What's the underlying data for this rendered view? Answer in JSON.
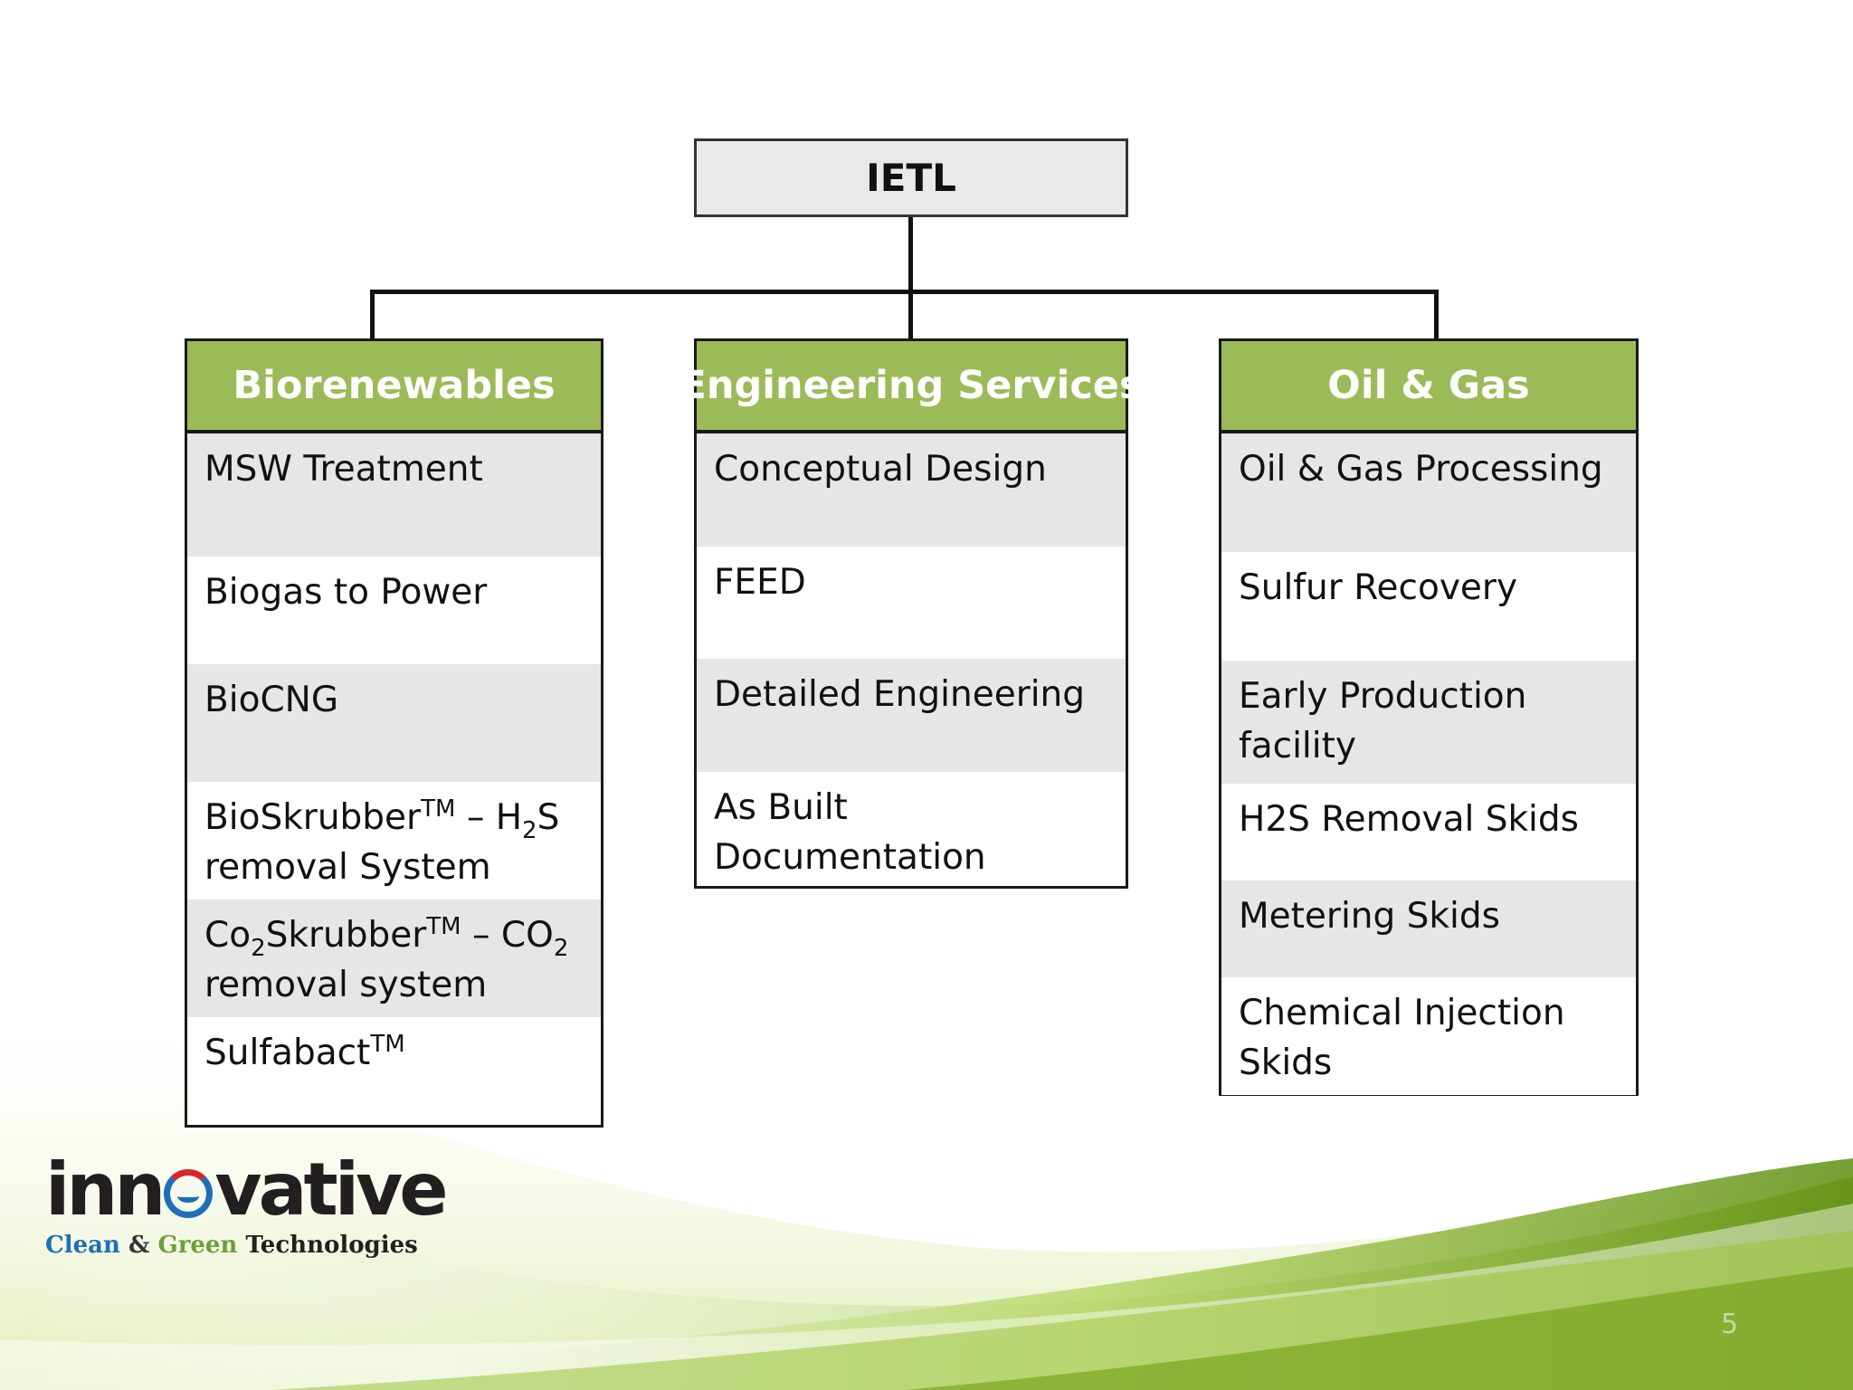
{
  "root": {
    "label": "IETL"
  },
  "columns": [
    {
      "header": "Biorenewables",
      "items": [
        {
          "text": "MSW Treatment"
        },
        {
          "text": "Biogas to Power"
        },
        {
          "text": "BioCNG"
        },
        {
          "text": "BioSkrubber™ – H₂S removal System"
        },
        {
          "text": "Co₂Skrubber™ – CO₂ removal system"
        },
        {
          "text": "Sulfabact™"
        }
      ]
    },
    {
      "header": "Engineering Services",
      "items": [
        {
          "text": "Conceptual Design"
        },
        {
          "text": "FEED"
        },
        {
          "text": "Detailed Engineering"
        },
        {
          "text": "As Built Documentation"
        }
      ]
    },
    {
      "header": "Oil & Gas",
      "items": [
        {
          "text": "Oil & Gas Processing"
        },
        {
          "text": "Sulfur Recovery"
        },
        {
          "text": "Early Production facility"
        },
        {
          "text": "H2S Removal Skids"
        },
        {
          "text": "Metering Skids"
        },
        {
          "text": "Chemical Injection Skids"
        }
      ]
    }
  ],
  "logo": {
    "word_start": "inn",
    "word_end": "vative",
    "tagline_1": "Clean",
    "tagline_2": "&",
    "tagline_3": "Green",
    "tagline_4": "Technologies"
  },
  "page_number": "5",
  "colors": {
    "header_green": "#9bbb59",
    "cell_shade": "#e6e6e8",
    "root_fill": "#e9e9e9"
  }
}
